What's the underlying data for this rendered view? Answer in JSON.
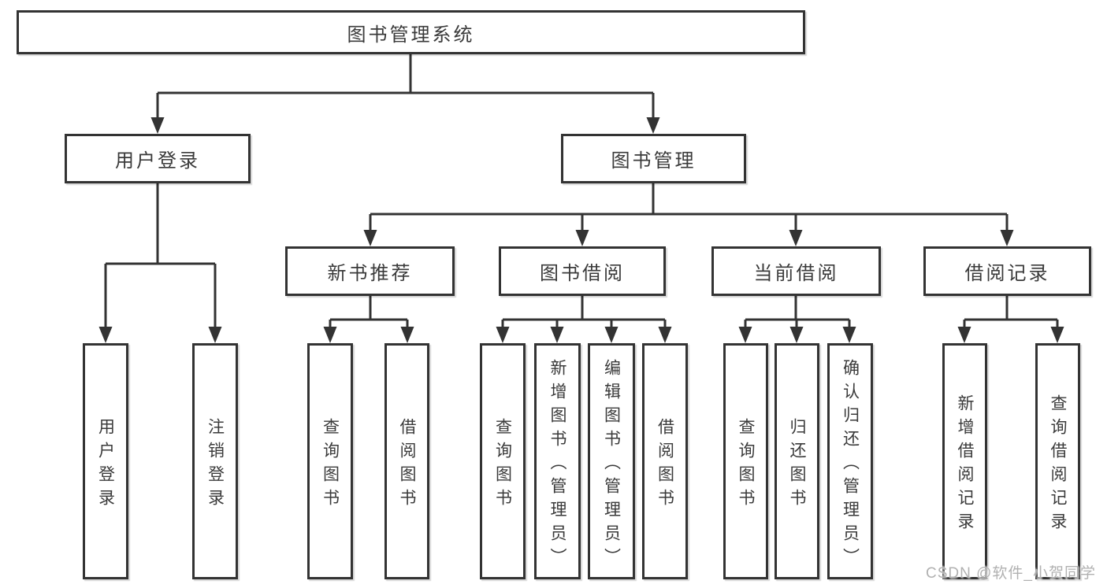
{
  "tree": {
    "label": "图书管理系统",
    "children": [
      {
        "label": "用户登录",
        "children": [
          {
            "label": "用户登录"
          },
          {
            "label": "注销登录"
          }
        ]
      },
      {
        "label": "图书管理",
        "children": [
          {
            "label": "新书推荐",
            "children": [
              {
                "label": "查询图书"
              },
              {
                "label": "借阅图书"
              }
            ]
          },
          {
            "label": "图书借阅",
            "children": [
              {
                "label": "查询图书"
              },
              {
                "label": "新增图书（管理员）"
              },
              {
                "label": "编辑图书（管理员）"
              },
              {
                "label": "借阅图书"
              }
            ]
          },
          {
            "label": "当前借阅",
            "children": [
              {
                "label": "查询图书"
              },
              {
                "label": "归还图书"
              },
              {
                "label": "确认归还（管理员）"
              }
            ]
          },
          {
            "label": "借阅记录",
            "children": [
              {
                "label": "新增借阅记录"
              },
              {
                "label": "查询借阅记录"
              }
            ]
          }
        ]
      }
    ]
  },
  "watermark": "CSDN @软件_小贺同学",
  "colors": {
    "line": "#333333",
    "box_border": "#333333",
    "text": "#3a3a3a",
    "watermark": "#b1b1b1",
    "background": "#ffffff"
  }
}
